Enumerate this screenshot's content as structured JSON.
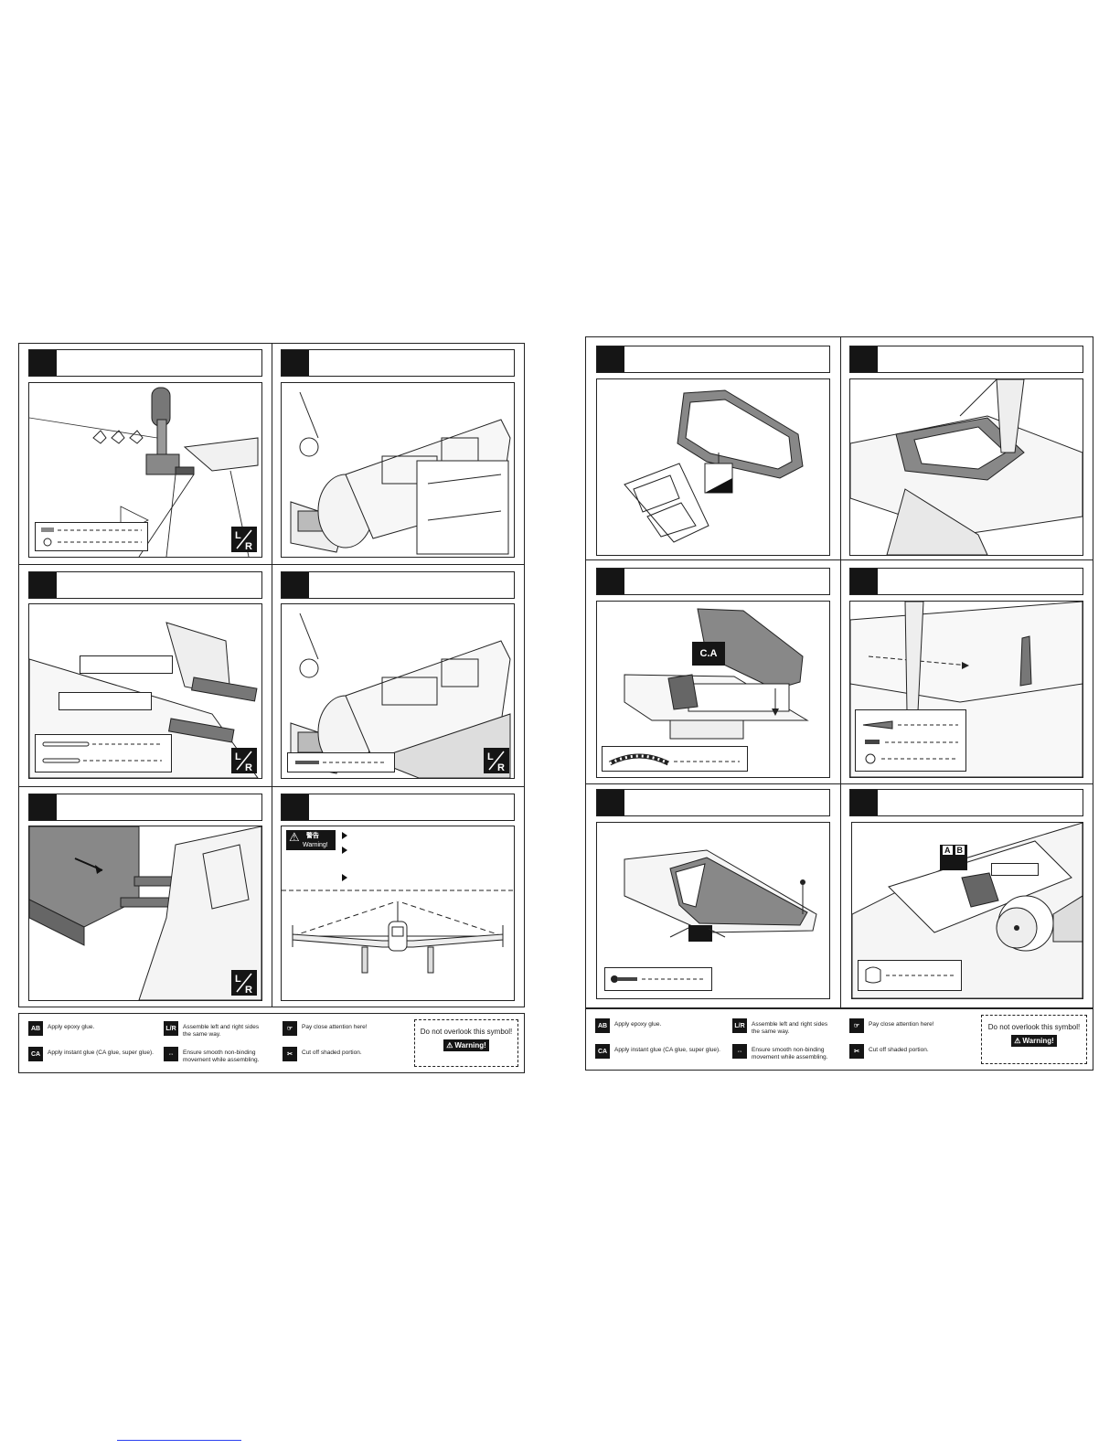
{
  "left_page": {
    "steps": [
      {
        "id": "L1",
        "lr": true,
        "parts": 2
      },
      {
        "id": "L2",
        "lr": false,
        "parts": 0
      },
      {
        "id": "L3",
        "lr": true,
        "parts": 2
      },
      {
        "id": "L4",
        "lr": true,
        "parts": 1
      },
      {
        "id": "L5",
        "lr": true,
        "parts": 0
      },
      {
        "id": "L6",
        "lr": false,
        "parts": 0
      }
    ],
    "warning_badge": {
      "cn": "警告",
      "en": "Warning!"
    }
  },
  "right_page": {
    "steps": [
      {
        "id": "R1",
        "lr": false
      },
      {
        "id": "R2",
        "lr": false
      },
      {
        "id": "R3",
        "lr": false,
        "ca_label": "C.A"
      },
      {
        "id": "R4",
        "lr": false
      },
      {
        "id": "R5",
        "lr": false
      },
      {
        "id": "R6",
        "lr": false,
        "ab_label_a": "A",
        "ab_label_b": "B"
      }
    ]
  },
  "legend": {
    "epoxy": "Apply epoxy glue.",
    "instant": "Apply instant glue (CA glue, super glue).",
    "lr_same": "Assemble left and right sides\nthe same way.",
    "smooth": "Ensure smooth non-binding\nmovement while assembling.",
    "attention": "Pay close attention here!",
    "cut": "Cut off shaded portion.",
    "overlook": "Do not overlook this symbol!",
    "warning": "Warning!",
    "lr_icon": "L/R",
    "ca_icon": "CA",
    "ab_icon": "AB"
  },
  "legend_right": {
    "epoxy": "Apply epoxy glue.",
    "instant": "Apply instant glue (CA glue, super glue).",
    "lr_same": "Assemble left and right sides\nthe same way.",
    "smooth": "Ensure smooth non-binding\nmovement while assembling.",
    "attention": "Pay close attention here!",
    "cut": "Cut off shaded portion.",
    "overlook": "Do not overlook this symbol!",
    "warning": "Warning!"
  },
  "icons": {
    "lr": "left-right-assemble-icon",
    "warning": "warning-triangle-icon",
    "epoxy": "epoxy-glue-icon",
    "ca": "ca-glue-icon",
    "attention": "pointing-hand-icon",
    "smooth": "smooth-movement-icon",
    "cut": "cut-shaded-icon"
  }
}
